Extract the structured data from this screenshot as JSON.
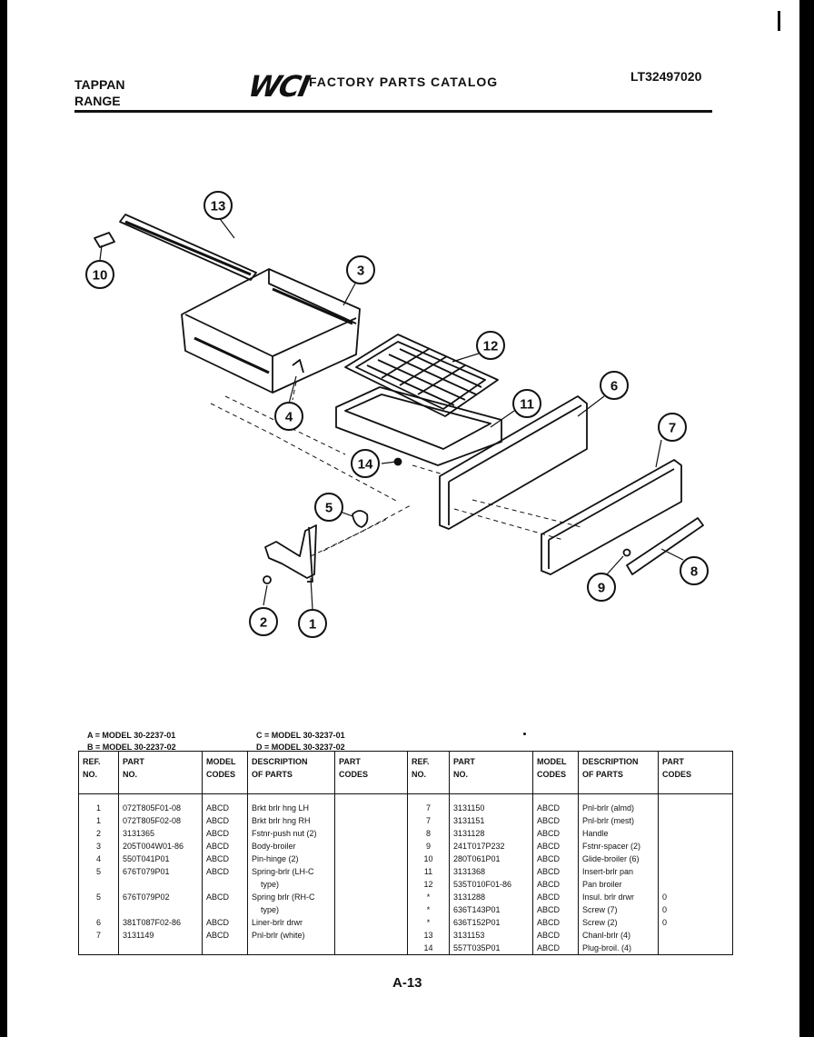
{
  "header": {
    "brand_line1": "TAPPAN",
    "brand_line2": "RANGE",
    "logo": "WCI",
    "title": "FACTORY PARTS CATALOG",
    "catalog_number": "LT32497020"
  },
  "callouts": [
    "13",
    "10",
    "3",
    "12",
    "4",
    "6",
    "11",
    "7",
    "14",
    "5",
    "9",
    "8",
    "2",
    "1"
  ],
  "models": {
    "A": "A = MODEL 30-2237-01",
    "B": "B = MODEL 30-2237-02",
    "C": "C = MODEL 30-3237-01",
    "D": "D = MODEL 30-3237-02"
  },
  "table_headers": {
    "ref": [
      "REF.",
      "NO."
    ],
    "part": [
      "PART",
      "NO."
    ],
    "model": [
      "MODEL",
      "CODES"
    ],
    "desc": [
      "DESCRIPTION",
      "OF PARTS"
    ],
    "codes": [
      "PART",
      "CODES"
    ]
  },
  "left_rows": {
    "ref": [
      "1",
      "1",
      "2",
      "3",
      "4",
      "5",
      "",
      "5",
      "",
      "6",
      "7"
    ],
    "part": [
      "072T805F01-08",
      "072T805F02-08",
      "3131365",
      "205T004W01-86",
      "550T041P01",
      "676T079P01",
      "",
      "676T079P02",
      "",
      "381T087F02-86",
      "3131149"
    ],
    "model": [
      "ABCD",
      "ABCD",
      "ABCD",
      "ABCD",
      "ABCD",
      "ABCD",
      "",
      "ABCD",
      "",
      "ABCD",
      "ABCD"
    ],
    "desc": [
      "Brkt brlr hng LH",
      "Brkt brlr hng RH",
      "Fstnr-push nut (2)",
      "Body-broiler",
      "Pin-hinge (2)",
      "Spring-brlr (LH-C",
      "type)",
      "Spring brlr (RH-C",
      "type)",
      "Liner-brlr drwr",
      "Pnl-brlr (white)"
    ],
    "codes": [
      "",
      "",
      "",
      "",
      "",
      "",
      "",
      "",
      "",
      "",
      ""
    ]
  },
  "right_rows": {
    "ref": [
      "7",
      "7",
      "8",
      "9",
      "10",
      "11",
      "12",
      "*",
      "*",
      "*",
      "13",
      "14"
    ],
    "part": [
      "3131150",
      "3131151",
      "3131128",
      "241T017P232",
      "280T061P01",
      "3131368",
      "535T010F01-86",
      "3131288",
      "636T143P01",
      "636T152P01",
      "3131153",
      "557T035P01"
    ],
    "model": [
      "ABCD",
      "ABCD",
      "ABCD",
      "ABCD",
      "ABCD",
      "ABCD",
      "ABCD",
      "ABCD",
      "ABCD",
      "ABCD",
      "ABCD",
      "ABCD"
    ],
    "desc": [
      "Pnl-brlr (almd)",
      "Pnl-brlr (mest)",
      "Handle",
      "Fstnr-spacer (2)",
      "Glide-broiler (6)",
      "Insert-brlr pan",
      "Pan broiler",
      "Insul. brlr drwr",
      "Screw (7)",
      "Screw (2)",
      "Chanl-brlr (4)",
      "Plug-broil. (4)"
    ],
    "codes": [
      "",
      "",
      "",
      "",
      "",
      "",
      "",
      "0",
      "0",
      "0",
      "",
      ""
    ]
  },
  "page_number": "A-13"
}
